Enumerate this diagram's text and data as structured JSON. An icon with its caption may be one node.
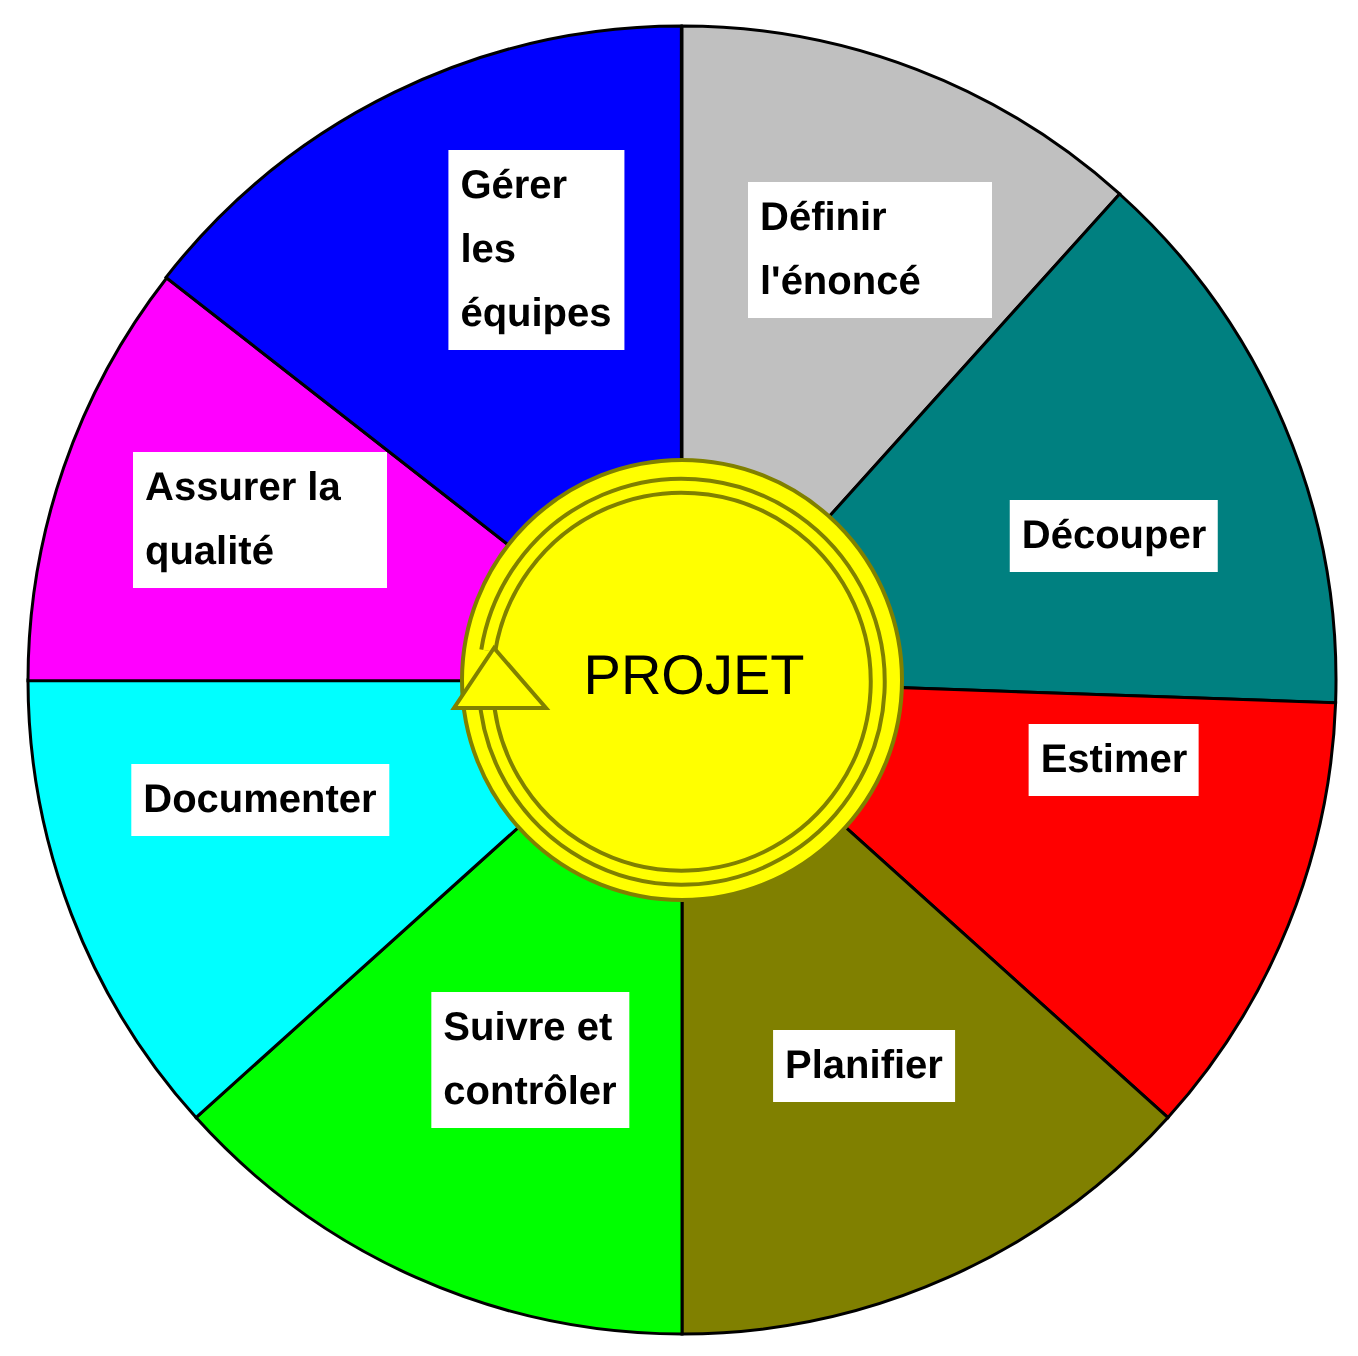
{
  "diagram": {
    "nodes": [
      {
        "text": [
          "PROJET"
        ]
      },
      {
        "text": [
          "Définir l'énoncé"
        ]
      },
      {
        "text": [
          "Découper"
        ]
      },
      {
        "text": [
          "Estimer"
        ]
      },
      {
        "text": [
          "Planifier"
        ]
      },
      {
        "text": [
          "Suivre et contrôler"
        ]
      },
      {
        "text": [
          "Documenter"
        ]
      },
      {
        "text": [
          "Assurer la qualité"
        ]
      },
      {
        "text": [
          "Gérer les équipes"
        ]
      }
    ],
    "edges": []
  }
}
